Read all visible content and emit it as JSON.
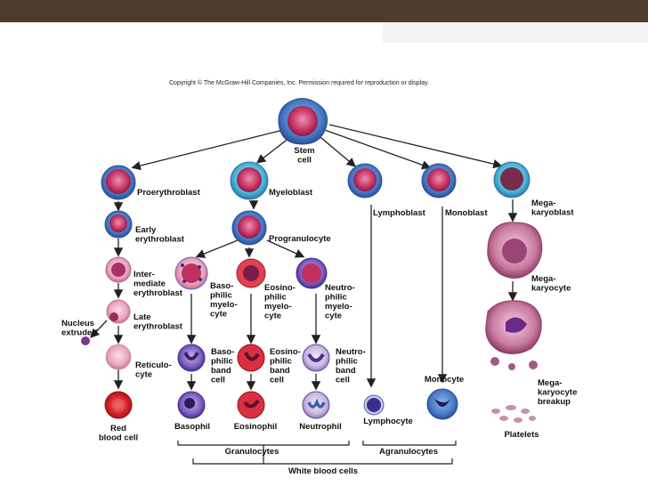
{
  "copyright": "Copyright © The McGraw-Hill Companies, Inc. Permission required for reproduction or display.",
  "cells": {
    "stem": [
      "Stem",
      "cell"
    ],
    "proerythroblast": [
      "Proerythroblast"
    ],
    "early_erythroblast": [
      "Early",
      "erythroblast"
    ],
    "intermediate_erythroblast": [
      "Inter-",
      "mediate",
      "erythroblast"
    ],
    "late_erythroblast": [
      "Late",
      "erythroblast"
    ],
    "nucleus_extruded": [
      "Nucleus",
      "extruded"
    ],
    "reticulocyte": [
      "Reticulo-",
      "cyte"
    ],
    "red_blood_cell": [
      "Red",
      "blood cell"
    ],
    "myeloblast": [
      "Myeloblast"
    ],
    "progranulocyte": [
      "Progranulocyte"
    ],
    "basophilic_myelocyte": [
      "Baso-",
      "philic",
      "myelo-",
      "cyte"
    ],
    "eosinophilic_myelocyte": [
      "Eosino-",
      "philic",
      "myelo-",
      "cyte"
    ],
    "neutrophilic_myelocyte": [
      "Neutro-",
      "philic",
      "myelo-",
      "cyte"
    ],
    "basophilic_band_cell": [
      "Baso-",
      "philic",
      "band",
      "cell"
    ],
    "eosinophilic_band_cell": [
      "Eosino-",
      "philic",
      "band",
      "cell"
    ],
    "neutrophilic_band_cell": [
      "Neutro-",
      "philic",
      "band",
      "cell"
    ],
    "basophil": [
      "Basophil"
    ],
    "eosinophil": [
      "Eosinophil"
    ],
    "neutrophil": [
      "Neutrophil"
    ],
    "lymphoblast": [
      "Lymphoblast"
    ],
    "lymphocyte": [
      "Lymphocyte"
    ],
    "monoblast": [
      "Monoblast"
    ],
    "monocyte": [
      "Monocyte"
    ],
    "megakaryoblast": [
      "Mega-",
      "karyoblast"
    ],
    "megakaryocyte": [
      "Mega-",
      "karyocyte"
    ],
    "megakaryocyte_breakup": [
      "Mega-",
      "karyocyte",
      "breakup"
    ],
    "platelets": [
      "Platelets"
    ]
  },
  "groups": {
    "granulocytes": "Granulocytes",
    "agranulocytes": "Agranulocytes",
    "white_blood_cells": "White blood cells"
  },
  "colors": {
    "topbar": "#4d3b30",
    "cell_blue": "#3d67b5",
    "nucleus_red": "#c0305f",
    "rbc_red": "#d8242c",
    "arrow": "#222222"
  }
}
